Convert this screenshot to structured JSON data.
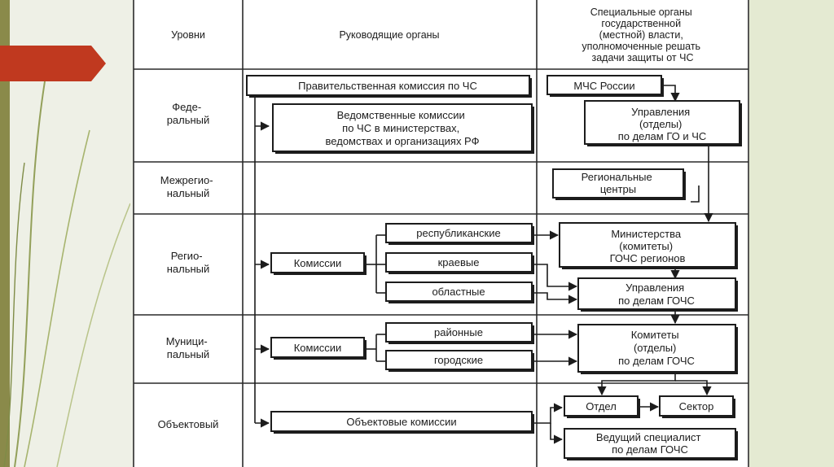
{
  "header": {
    "levels": "Уровни",
    "governing": "Руководящие органы",
    "special": [
      "Специальные органы",
      "государственной",
      "(местной) власти,",
      "уполномоченные решать",
      "задачи защиты от ЧС"
    ]
  },
  "levels": {
    "federal": [
      "Феде-",
      "ральный"
    ],
    "interregional": [
      "Межрегио-",
      "нальный"
    ],
    "regional": [
      "Регио-",
      "нальный"
    ],
    "municipal": [
      "Муници-",
      "пальный"
    ],
    "object": [
      "Объектовый"
    ]
  },
  "federal": {
    "gov_commission": [
      "Правительственная комиссия по ЧС"
    ],
    "dept_commissions": [
      "Ведомственные комиссии",
      "по ЧС в министерствах,",
      "ведомствах и организациях РФ"
    ],
    "mchs": [
      "МЧС России"
    ],
    "departments": [
      "Управления",
      "(отделы)",
      "по делам ГО и ЧС"
    ]
  },
  "interregional": {
    "centers": [
      "Региональные",
      "центры"
    ]
  },
  "regional": {
    "commissions": [
      "Комиссии"
    ],
    "republican": [
      "республиканские"
    ],
    "krai": [
      "краевые"
    ],
    "oblast": [
      "областные"
    ],
    "ministries": [
      "Министерства",
      "(комитеты)",
      "ГОЧС регионов"
    ],
    "departments": [
      "Управления",
      "по делам ГОЧС"
    ]
  },
  "municipal": {
    "commissions": [
      "Комиссии"
    ],
    "district": [
      "районные"
    ],
    "city": [
      "городские"
    ],
    "committees": [
      "Комитеты",
      "(отделы)",
      "по делам ГОЧС"
    ]
  },
  "object": {
    "commissions": [
      "Объектовые комиссии"
    ],
    "department": [
      "Отдел"
    ],
    "sector": [
      "Сектор"
    ],
    "specialist": [
      "Ведущий специалист",
      "по делам ГОЧС"
    ]
  },
  "colors": {
    "accent_arrow": "#c0391f",
    "left_stripe": "#8a8a4a",
    "right_panel": "#e4ead2"
  }
}
